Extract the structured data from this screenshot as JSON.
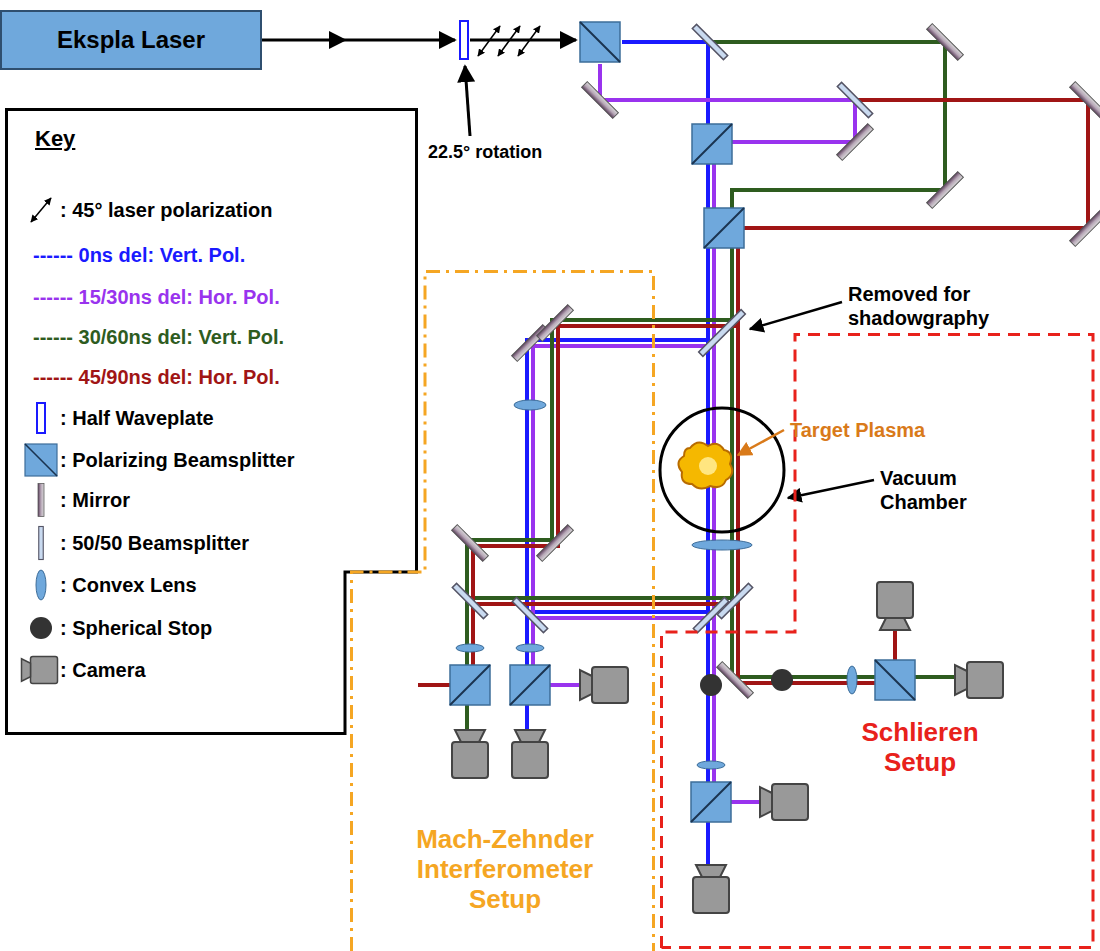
{
  "diagram": {
    "nodes": [
      {
        "text": [
          "Ekspla Laser"
        ]
      },
      {
        "text": [
          "Key"
        ]
      },
      {
        "text": [
          "Mach-Zehnder Interferometer Setup"
        ]
      },
      {
        "text": [
          "Schlieren Setup"
        ]
      }
    ],
    "labels": [
      "22.5° rotation",
      "Removed for shadowgraphy",
      "Target Plasma",
      "Vacuum Chamber"
    ],
    "legend": [
      {
        "text": ": 45° laser polarization"
      },
      {
        "text": "------ 0ns del: Vert. Pol.",
        "color": "#1a1aff"
      },
      {
        "text": "------ 15/30ns del: Hor. Pol.",
        "color": "#9933ee"
      },
      {
        "text": "------ 30/60ns del: Vert. Pol.",
        "color": "#2e5c1f"
      },
      {
        "text": "------ 45/90ns del: Hor. Pol.",
        "color": "#a01515"
      },
      {
        "text": ": Half Waveplate"
      },
      {
        "text": ": Polarizing Beamsplitter"
      },
      {
        "text": ": Mirror"
      },
      {
        "text": ": 50/50 Beamsplitter"
      },
      {
        "text": ": Convex Lens"
      },
      {
        "text": ": Spherical Stop"
      },
      {
        "text": ": Camera"
      }
    ]
  }
}
